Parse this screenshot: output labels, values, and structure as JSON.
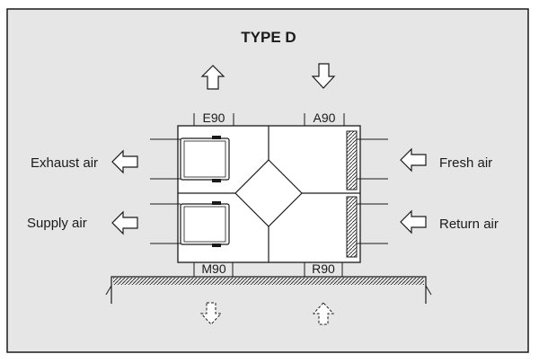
{
  "diagram": {
    "title": "TYPE D",
    "colors": {
      "frame_fill": "#e6e6e6",
      "line": "#1a1a1a",
      "fan_fill": "#ffffff"
    },
    "labels": {
      "exhaust_air": "Exhaust air",
      "supply_air": "Supply air",
      "fresh_air": "Fresh air",
      "return_air": "Return air"
    },
    "ports": {
      "top_left": "E90",
      "top_right": "A90",
      "bottom_left": "M90",
      "bottom_right": "R90"
    },
    "icons": {
      "exhaust": "arrow-left-icon",
      "supply": "arrow-left-icon",
      "fresh": "arrow-left-icon",
      "return": "arrow-left-icon",
      "top_up": "arrow-up-icon",
      "top_down": "arrow-down-icon",
      "bottom_down_dashed": "arrow-down-dashed-icon",
      "bottom_up_dashed": "arrow-up-dashed-icon"
    }
  }
}
